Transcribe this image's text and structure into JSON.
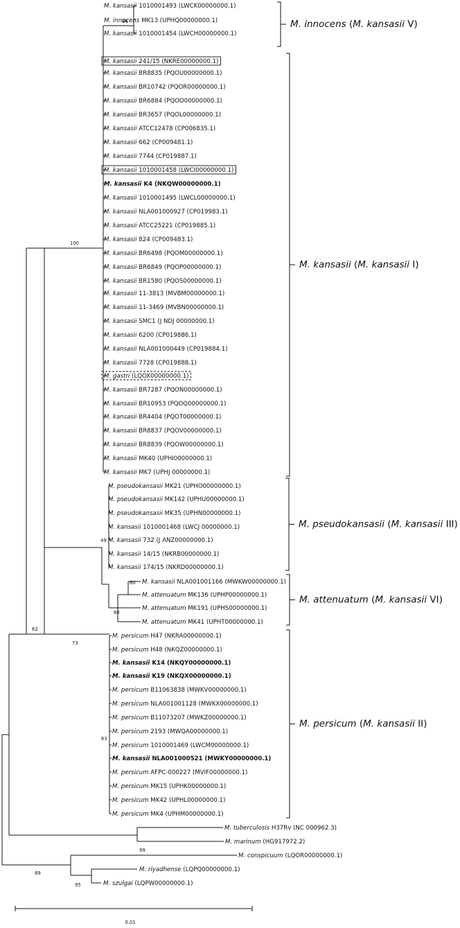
{
  "taxa": [
    {
      "species": "M. kansasii",
      "strain": "1010001493 (LWCK00000000.1)"
    },
    {
      "species": "M. innocens",
      "strain": "MK13 (UPHQ00000000.1)"
    },
    {
      "species": "M. kansasii",
      "strain": "1010001454 (LWCH00000000.1)"
    },
    {
      "species": "M. kansasii",
      "strain": "241/15 (NKRE00000000.1)",
      "box": "solid"
    },
    {
      "species": "M. kansasii",
      "strain": "BR8835 (PQOU00000000.1)"
    },
    {
      "species": "M. kansasii",
      "strain": "BR10742 (PQOR00000000.1)"
    },
    {
      "species": "M. kansasii",
      "strain": "BR6884 (PQOO00000000.1)"
    },
    {
      "species": "M. kansasii",
      "strain": "BR3657 (PQOL00000000.1)"
    },
    {
      "species": "M. kansasii",
      "strain": "ATCC12478 (CP006835.1)"
    },
    {
      "species": "M. kansasii",
      "strain": "662 (CP009481.1)"
    },
    {
      "species": "M. kansasii",
      "strain": "7744 (CP019887.1)"
    },
    {
      "species": "M. kansasii",
      "strain": "1010001458 (LWCI00000000.1)",
      "box": "solid"
    },
    {
      "species": "M. kansasii",
      "strain": "K4 (NKQW00000000.1)",
      "bold": true
    },
    {
      "species": "M. kansasii",
      "strain": "1010001495 (LWCL00000000.1)"
    },
    {
      "species": "M. kansasii",
      "strain": "NLA001000927 (CP019983.1)"
    },
    {
      "species": "M. kansasii",
      "strain": "ATCC25221 (CP019885.1)"
    },
    {
      "species": "M. kansasii",
      "strain": "824 (CP009483.1)"
    },
    {
      "species": "M. kansasii",
      "strain": "BR6498 (PQOM00000000.1)"
    },
    {
      "species": "M. kansasii",
      "strain": "BR6849 (PQOP00000000.1)"
    },
    {
      "species": "M. kansasii",
      "strain": "BR1580 (PQOS00000000.1)"
    },
    {
      "species": "M. kansasii",
      "strain": "11-3813 (MVBM00000000.1)"
    },
    {
      "species": "M. kansasii",
      "strain": "11-3469 (MVBN00000000.1)"
    },
    {
      "species": "M. kansasii",
      "strain": "SMC1 (J NDJ 00000000.1)"
    },
    {
      "species": "M. kansasii",
      "strain": "6200 (CP019886.1)"
    },
    {
      "species": "M. kansasii",
      "strain": "NLA001000449 (CP019884.1)"
    },
    {
      "species": "M. kansasii",
      "strain": "7728 (CP019888.1)"
    },
    {
      "species": "M. gastri",
      "strain": "(LQOX00000000.1)",
      "box": "dashed"
    },
    {
      "species": "M. kansasii",
      "strain": "BR7287 (PQON00000000.1)"
    },
    {
      "species": "M. kansasii",
      "strain": "BR10953 (PQOQ00000000.1)"
    },
    {
      "species": "M. kansasii",
      "strain": "BR4404 (PQOT00000000.1)"
    },
    {
      "species": "M. kansasii",
      "strain": "BR8837 (PQOV00000000.1)"
    },
    {
      "species": "M. kansasii",
      "strain": "BR8839 (PQOW00000000.1)"
    },
    {
      "species": "M. kansasii",
      "strain": "MK40 (UPHI00000000.1)"
    },
    {
      "species": "M. kansasii",
      "strain": "MK7 (UPHJ 00000000.1)"
    },
    {
      "species": "M. pseudokansasii",
      "strain": "MK21 (UPHO00000000.1)"
    },
    {
      "species": "M. pseudokansasii",
      "strain": "MK142 (UPHU00000000.1)"
    },
    {
      "species": "M. pseudokansasii",
      "strain": "MK35 (UPHN00000000.1)"
    },
    {
      "species": "M. kansasii",
      "strain": "1010001468 (LWCJ 00000000.1)"
    },
    {
      "species": "M. kansasii",
      "strain": "732 (J ANZ00000000.1)"
    },
    {
      "species": "M. kansasii",
      "strain": "14/15 (NKRB00000000.1)"
    },
    {
      "species": "M. kansasii",
      "strain": "174/15 (NKRD00000000.1)"
    },
    {
      "species": "M. kansasii",
      "strain": "NLA001001166 (MWKW00000000.1)"
    },
    {
      "species": "M. attenuatum",
      "strain": "MK136 (UPHP00000000.1)"
    },
    {
      "species": "M. attenuatum",
      "strain": "MK191 (UPHS00000000.1)"
    },
    {
      "species": "M. attenuatum",
      "strain": "MK41 (UPHT00000000.1)"
    },
    {
      "species": "M. persicum",
      "strain": "H47 (NKRA00000000.1)"
    },
    {
      "species": "M. persicum",
      "strain": "H48 (NKQZ00000000.1)"
    },
    {
      "species": "M. kansasii",
      "strain": "K14 (NKQY00000000.1)",
      "bold": true
    },
    {
      "species": "M. kansasii",
      "strain": "K19 (NKQX00000000.1)",
      "bold": true
    },
    {
      "species": "M. persicum",
      "strain": "B11063838 (MWKV00000000.1)"
    },
    {
      "species": "M. persicum",
      "strain": "NLA001001128 (MWKX00000000.1)"
    },
    {
      "species": "M. persicum",
      "strain": "B11073207 (MWKZ00000000.1)"
    },
    {
      "species": "M. persicum",
      "strain": "2193 (MWQA00000000.1)"
    },
    {
      "species": "M. persicum",
      "strain": "1010001469 (LWCM00000000.1)"
    },
    {
      "species": "M. kansasii",
      "strain": "NLA001000521 (MWKY00000000.1)",
      "bold": true
    },
    {
      "species": "M. persicum",
      "strain": "AFPC-000227 (MVIF00000000.1)"
    },
    {
      "species": "M. persicum",
      "strain": "MK15 (UPHK00000000.1)"
    },
    {
      "species": "M. persicum",
      "strain": "MK42 (UPHL00000000.1)"
    },
    {
      "species": "M. persicum",
      "strain": "MK4 (UPHM00000000.1)"
    },
    {
      "species": "M. tuberculosis",
      "strain": "H37Rv (NC 000962.3)"
    },
    {
      "species": "M. marinum",
      "strain": "(HG917972.2)"
    },
    {
      "species": "M. conspicuum",
      "strain": "(LQOR00000000.1)"
    },
    {
      "species": "M. riyadhense",
      "strain": "(LQPQ00000000.1)"
    },
    {
      "species": "M. szulgai",
      "strain": "(LQPW00000000.1)"
    }
  ],
  "bootstrap": [
    "86",
    "100",
    "62",
    "49",
    "60",
    "60",
    "73",
    "63",
    "99",
    "89",
    "95"
  ],
  "clades": [
    {
      "sp": "M. innocens",
      "sub": "M. kansasii",
      "type": "V"
    },
    {
      "sp": "M. kansasii",
      "sub": "M. kansasii",
      "type": "I"
    },
    {
      "sp": "M. pseudokansasii",
      "sub": "M. kansasii",
      "type": "III"
    },
    {
      "sp": "M. attenuatum",
      "sub": "M. kansasii",
      "type": "VI"
    },
    {
      "sp": "M. persicum",
      "sub": "M. kansasii",
      "type": "II"
    }
  ],
  "scale_bar": {
    "label": "0.01"
  }
}
